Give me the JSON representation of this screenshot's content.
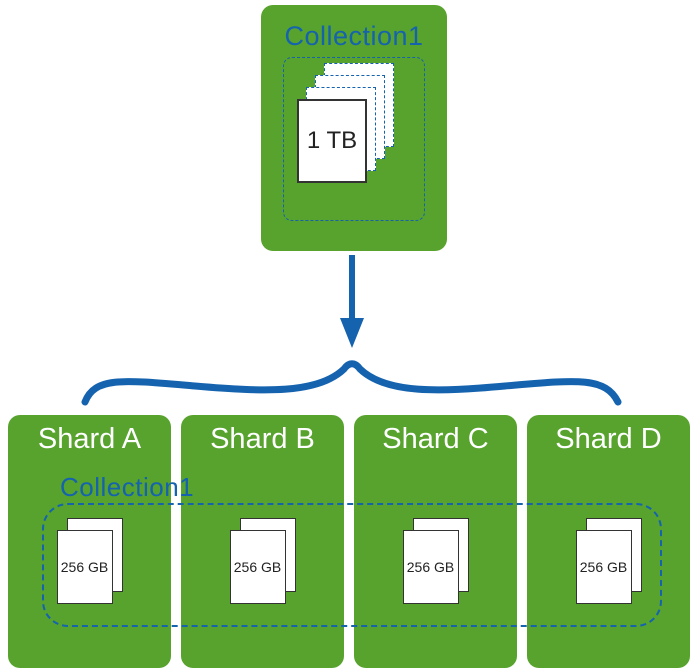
{
  "colors": {
    "green": "#57a32d",
    "blue": "#1563af",
    "page_border": "#333333"
  },
  "collection": {
    "label": "Collection1",
    "capacity": "1 TB"
  },
  "shards_section": {
    "collection_label": "Collection1",
    "shards": [
      {
        "name": "Shard A",
        "capacity": "256 GB"
      },
      {
        "name": "Shard B",
        "capacity": "256 GB"
      },
      {
        "name": "Shard C",
        "capacity": "256 GB"
      },
      {
        "name": "Shard D",
        "capacity": "256 GB"
      }
    ]
  }
}
